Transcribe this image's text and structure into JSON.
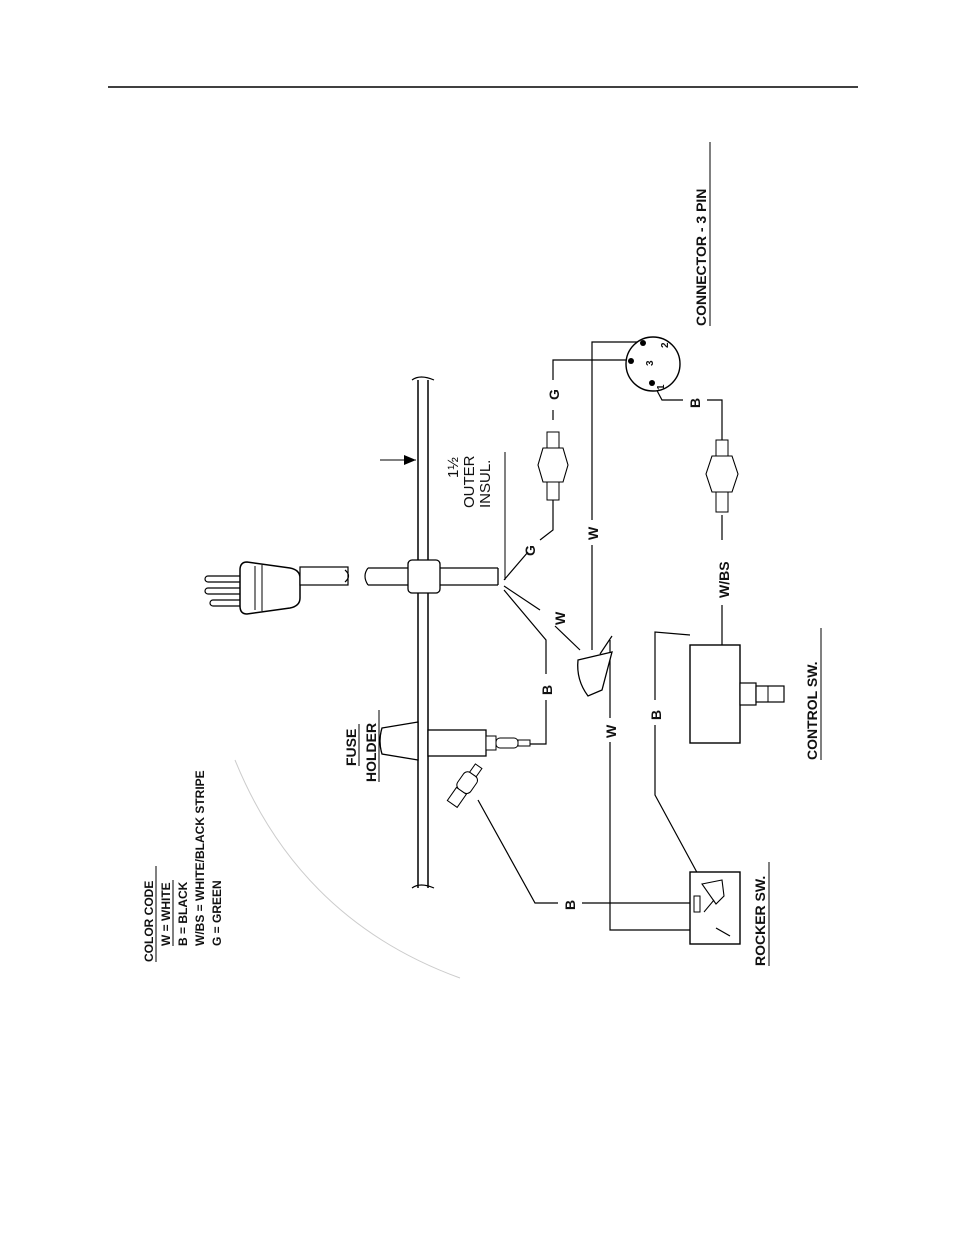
{
  "legend": {
    "title": "COLOR CODE",
    "entries": [
      "W = WHITE",
      "B = BLACK",
      "W/BS = WHITE/BLACK STRIPE",
      "G = GREEN"
    ]
  },
  "labels": {
    "fuse_line1": "FUSE",
    "fuse_line2": "HOLDER",
    "rocker": "ROCKER SW.",
    "control": "CONTROL  SW.",
    "connector": "CONNECTOR  -  3 PIN",
    "outer_line1": "1½",
    "outer_line2": "OUTER",
    "outer_line3": "INSUL."
  },
  "wire_labels": {
    "g_cord": "G",
    "g_conn": "G",
    "w_cord": "W",
    "b_cord": "B",
    "w_long": "W",
    "w_lower": "W",
    "b_control": "B",
    "b_rocker": "B",
    "b_conn": "B",
    "wbs": "W/BS"
  },
  "connector_pins": [
    "1",
    "2",
    "3"
  ]
}
